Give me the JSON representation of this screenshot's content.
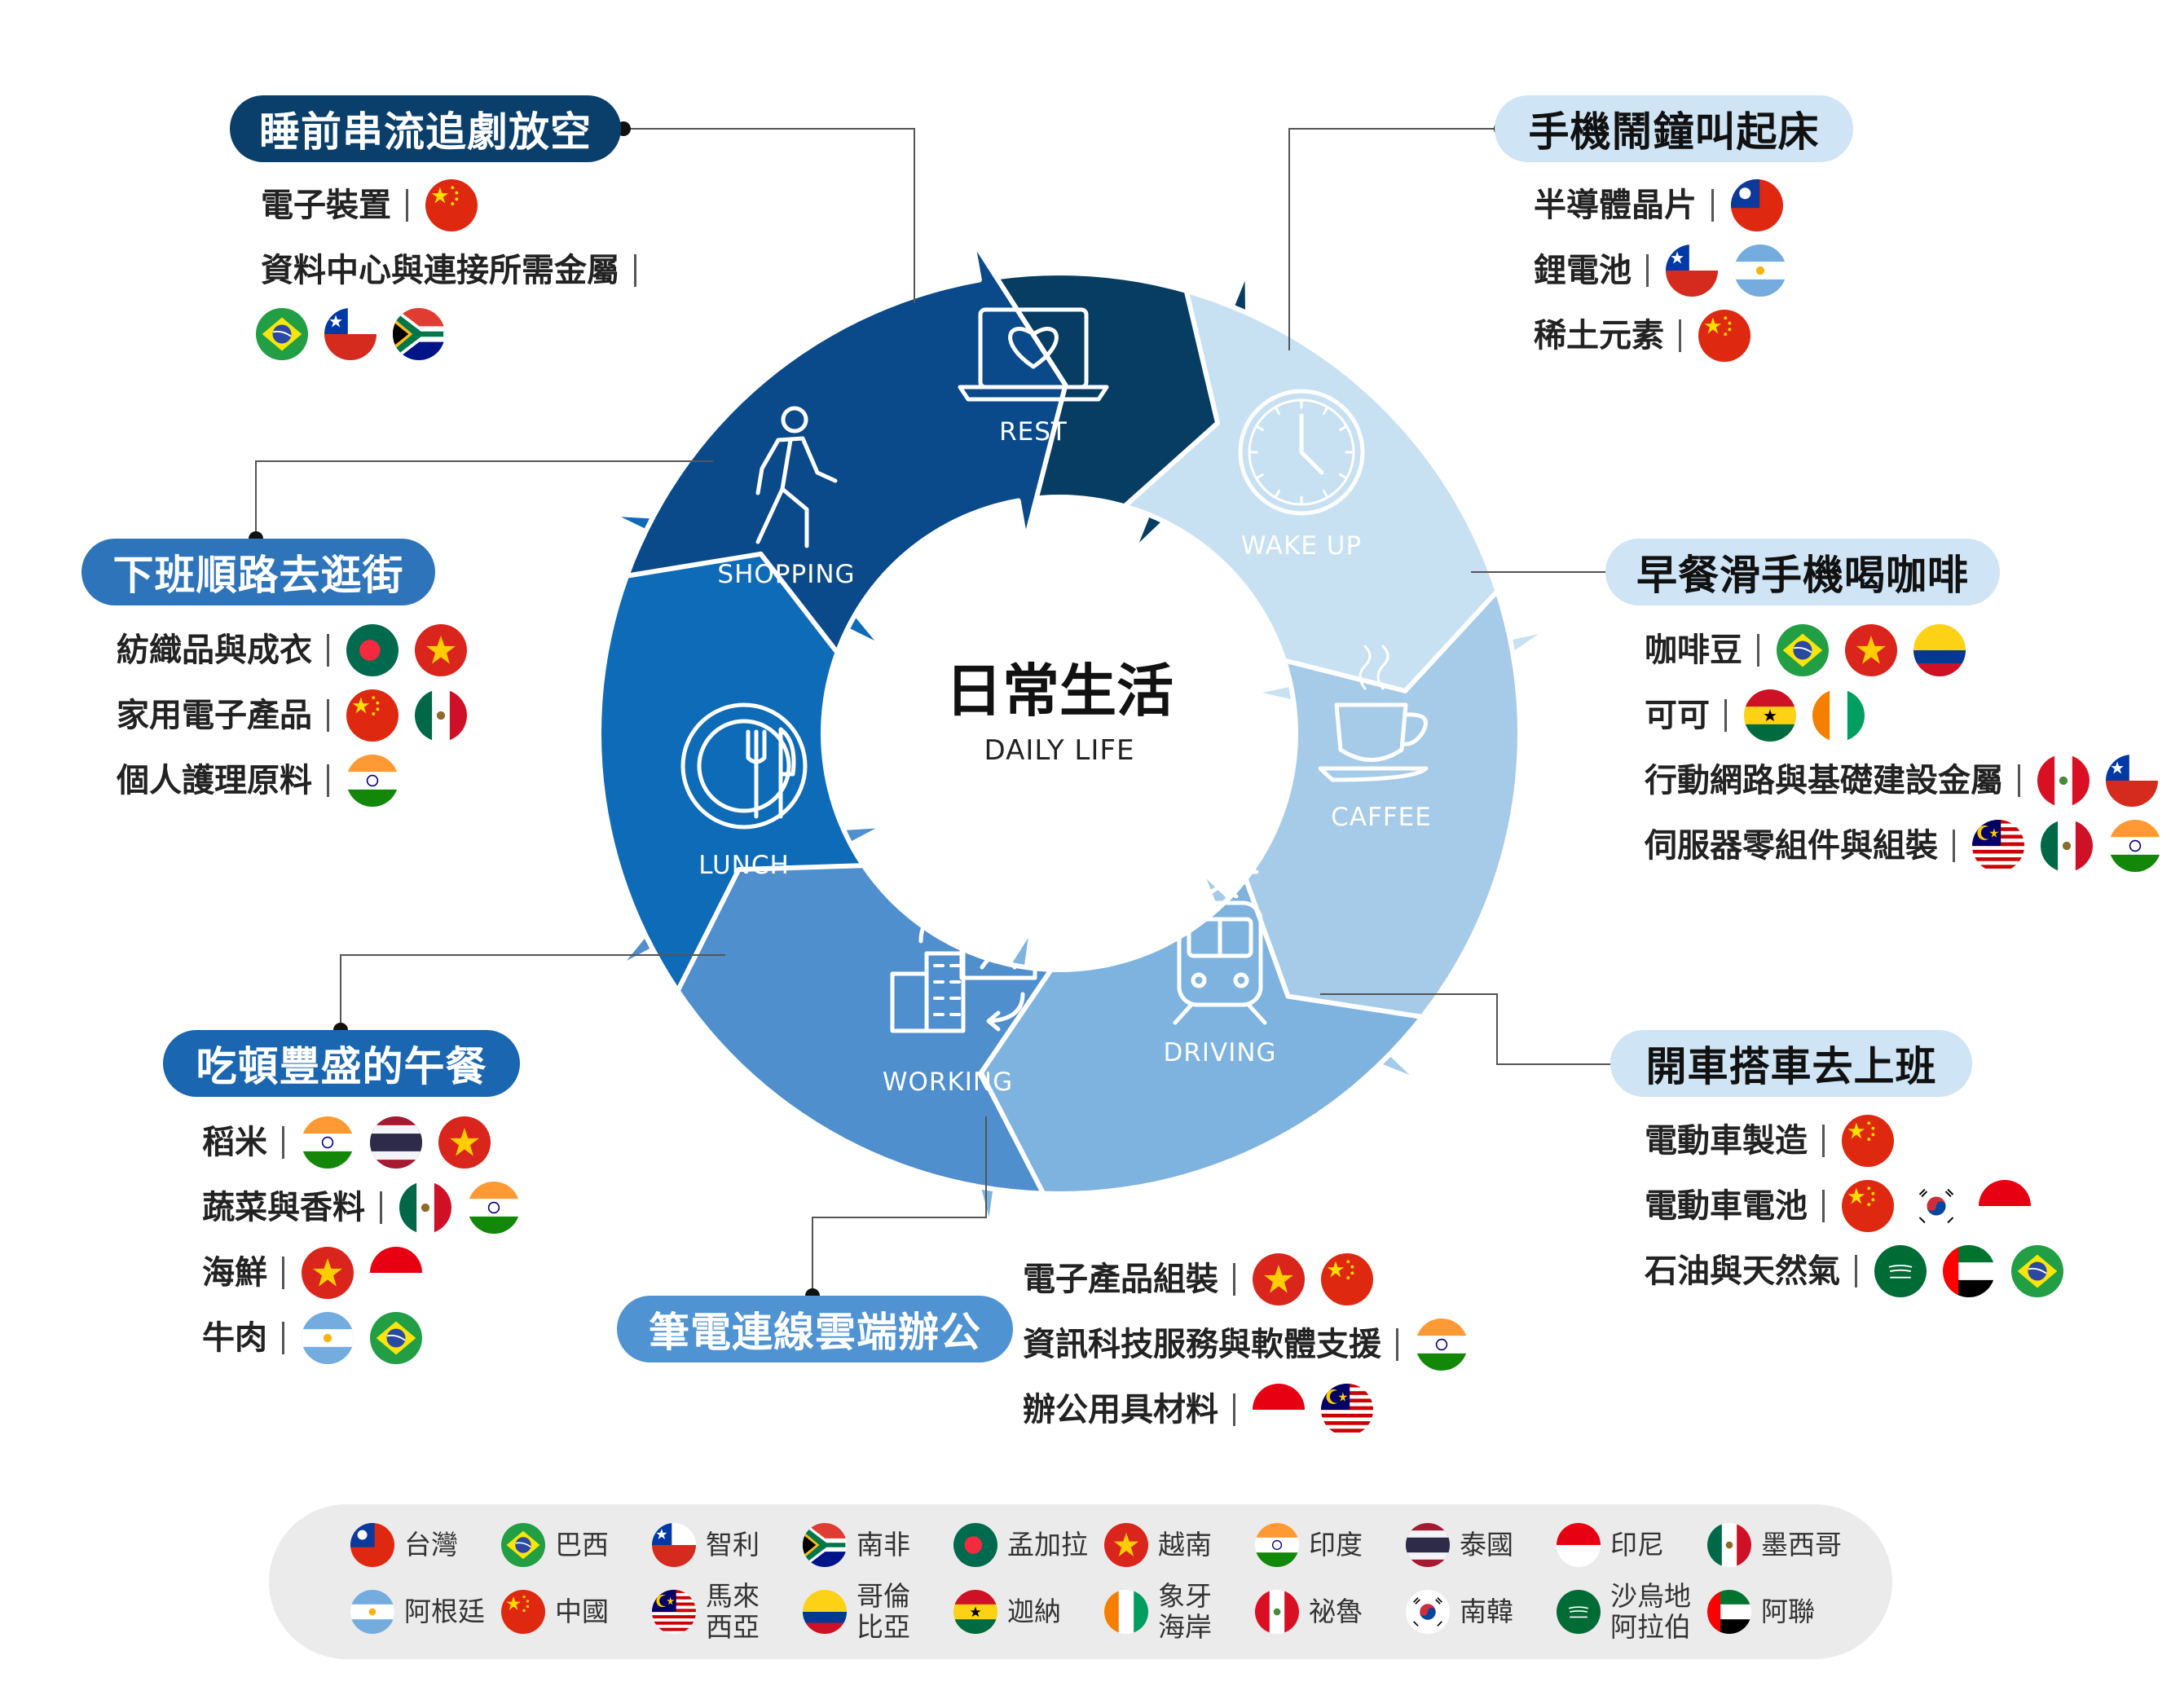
{
  "colors": {
    "rest": "#073d63",
    "wake": "#c7e1f3",
    "caffee": "#a6cbe8",
    "driving": "#7db3de",
    "working": "#4f8fcd",
    "lunch": "#0e6bb8",
    "shopping": "#0b4a8a",
    "pill_dark": "#0b3f6b",
    "pill_light": "#cfe4f4",
    "pill_mid": "#2d74ba",
    "pill_blue": "#1b66b0",
    "pill_sky": "#4f93d2"
  },
  "center": {
    "title": "日常生活",
    "subtitle": "DAILY LIFE"
  },
  "cycle": [
    {
      "key": "rest",
      "label": "REST",
      "icon": "laptop-heart-icon"
    },
    {
      "key": "wake",
      "label": "WAKE UP",
      "icon": "clock-icon"
    },
    {
      "key": "caffee",
      "label": "CAFFEE",
      "icon": "coffee-cup-icon"
    },
    {
      "key": "driving",
      "label": "DRIVING",
      "icon": "tram-icon"
    },
    {
      "key": "working",
      "label": "WORKING",
      "icon": "remote-work-icon"
    },
    {
      "key": "lunch",
      "label": "LUNCH",
      "icon": "plate-cutlery-icon"
    },
    {
      "key": "shopping",
      "label": "SHOPPING",
      "icon": "walking-person-icon"
    }
  ],
  "groups": [
    {
      "title": "睡前串流追劇放空",
      "items": [
        {
          "label": "電子裝置",
          "flags": [
            "cn"
          ]
        },
        {
          "label": "資料中心與連接所需金屬",
          "flags": [
            "br",
            "cl",
            "za"
          ]
        }
      ]
    },
    {
      "title": "手機鬧鐘叫起床",
      "items": [
        {
          "label": "半導體晶片",
          "flags": [
            "tw"
          ]
        },
        {
          "label": "鋰電池",
          "flags": [
            "cl",
            "ar"
          ]
        },
        {
          "label": "稀土元素",
          "flags": [
            "cn"
          ]
        }
      ]
    },
    {
      "title": "早餐滑手機喝咖啡",
      "items": [
        {
          "label": "咖啡豆",
          "flags": [
            "br",
            "vn",
            "co"
          ]
        },
        {
          "label": "可可",
          "flags": [
            "gh",
            "ci"
          ]
        },
        {
          "label": "行動網路與基礎建設金屬",
          "flags": [
            "pe",
            "cl"
          ]
        },
        {
          "label": "伺服器零組件與組裝",
          "flags": [
            "my",
            "mx",
            "in"
          ]
        }
      ]
    },
    {
      "title": "開車搭車去上班",
      "items": [
        {
          "label": "電動車製造",
          "flags": [
            "cn"
          ]
        },
        {
          "label": "電動車電池",
          "flags": [
            "cn",
            "kr",
            "id"
          ]
        },
        {
          "label": "石油與天然氣",
          "flags": [
            "sa",
            "ae",
            "br"
          ]
        }
      ]
    },
    {
      "title": "筆電連線雲端辦公",
      "items": [
        {
          "label": "電子產品組裝",
          "flags": [
            "vn",
            "cn"
          ]
        },
        {
          "label": "資訊科技服務與軟體支援",
          "flags": [
            "in"
          ]
        },
        {
          "label": "辦公用具材料",
          "flags": [
            "id",
            "my"
          ]
        }
      ]
    },
    {
      "title": "吃頓豐盛的午餐",
      "items": [
        {
          "label": "稻米",
          "flags": [
            "in",
            "th",
            "vn"
          ]
        },
        {
          "label": "蔬菜與香料",
          "flags": [
            "mx",
            "in"
          ]
        },
        {
          "label": "海鮮",
          "flags": [
            "vn",
            "id"
          ]
        },
        {
          "label": "牛肉",
          "flags": [
            "ar",
            "br"
          ]
        }
      ]
    },
    {
      "title": "下班順路去逛街",
      "items": [
        {
          "label": "紡織品與成衣",
          "flags": [
            "bd",
            "vn"
          ]
        },
        {
          "label": "家用電子產品",
          "flags": [
            "cn",
            "mx"
          ]
        },
        {
          "label": "個人護理原料",
          "flags": [
            "in"
          ]
        }
      ]
    }
  ],
  "legend": [
    {
      "code": "tw",
      "name": "台灣"
    },
    {
      "code": "br",
      "name": "巴西"
    },
    {
      "code": "cl",
      "name": "智利"
    },
    {
      "code": "za",
      "name": "南非"
    },
    {
      "code": "bd",
      "name": "孟加拉"
    },
    {
      "code": "vn",
      "name": "越南"
    },
    {
      "code": "in",
      "name": "印度"
    },
    {
      "code": "th",
      "name": "泰國"
    },
    {
      "code": "id",
      "name": "印尼"
    },
    {
      "code": "mx",
      "name": "墨西哥"
    },
    {
      "code": "ar",
      "name": "阿根廷"
    },
    {
      "code": "cn",
      "name": "中國"
    },
    {
      "code": "my",
      "name": "馬來\n西亞"
    },
    {
      "code": "co",
      "name": "哥倫\n比亞"
    },
    {
      "code": "gh",
      "name": "迦納"
    },
    {
      "code": "ci",
      "name": "象牙\n海岸"
    },
    {
      "code": "pe",
      "name": "祕魯"
    },
    {
      "code": "kr",
      "name": "南韓"
    },
    {
      "code": "sa",
      "name": "沙烏地\n阿拉伯"
    },
    {
      "code": "ae",
      "name": "阿聯"
    }
  ]
}
